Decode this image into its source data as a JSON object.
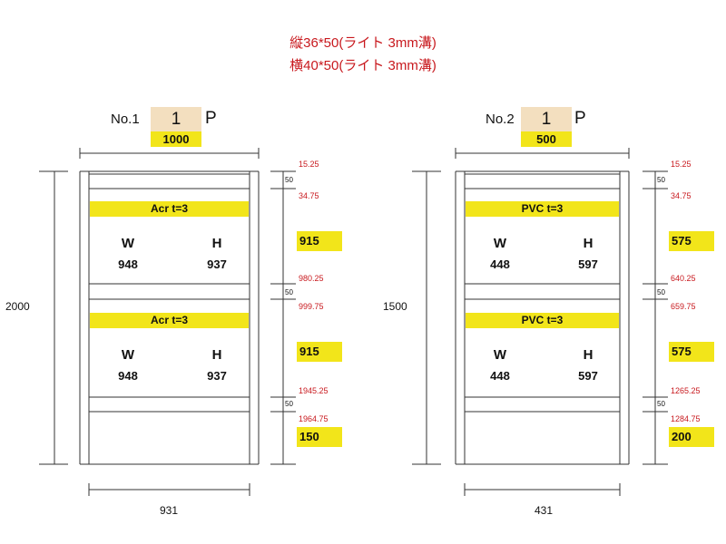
{
  "header": {
    "line1": "縦36*50(ライト 3mm溝)",
    "line2": "横40*50(ライト 3mm溝)"
  },
  "panels": [
    {
      "no_label": "No.1",
      "qty": "1",
      "unit": "P",
      "width_value": "1000",
      "height_label": "2000",
      "bottom_width": "931",
      "glass_labels": [
        "Acr t=3",
        "Acr t=3"
      ],
      "w_label": "W",
      "h_label": "H",
      "sections": [
        {
          "w": "948",
          "h": "937"
        },
        {
          "w": "948",
          "h": "937"
        }
      ],
      "rail_label": "50",
      "red_marks": [
        "15.25",
        "34.75",
        "980.25",
        "999.75",
        "1945.25",
        "1964.75"
      ],
      "yellow_values": [
        "915",
        "915",
        "150"
      ]
    },
    {
      "no_label": "No.2",
      "qty": "1",
      "unit": "P",
      "width_value": "500",
      "height_label": "1500",
      "bottom_width": "431",
      "glass_labels": [
        "PVC t=3",
        "PVC t=3"
      ],
      "w_label": "W",
      "h_label": "H",
      "sections": [
        {
          "w": "448",
          "h": "597"
        },
        {
          "w": "448",
          "h": "597"
        }
      ],
      "rail_label": "50",
      "red_marks": [
        "15.25",
        "34.75",
        "640.25",
        "659.75",
        "1265.25",
        "1284.75"
      ],
      "yellow_values": [
        "575",
        "575",
        "200"
      ]
    }
  ],
  "colors": {
    "red_text": "#c8191e",
    "yellow_highlight": "#f2e51a",
    "quantity_box": "#f3dfbf"
  }
}
